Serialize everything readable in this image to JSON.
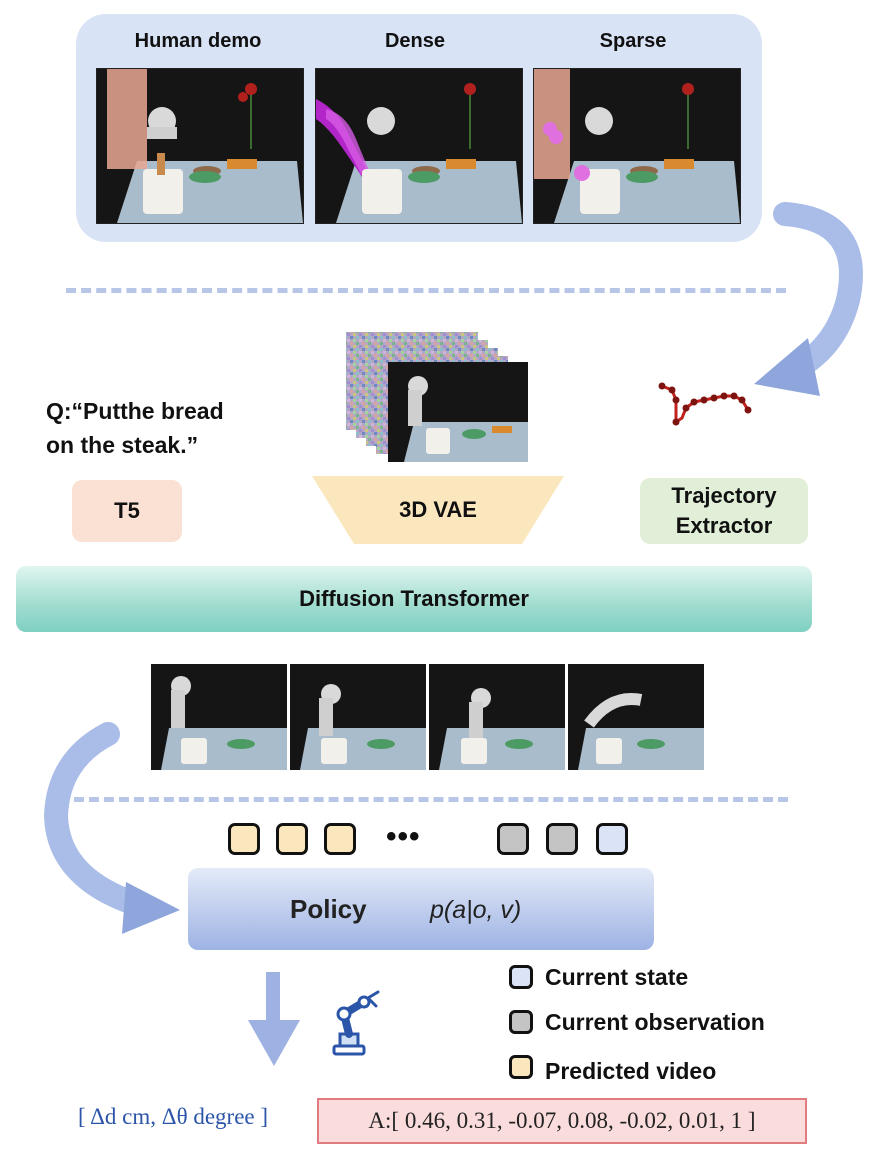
{
  "demos": {
    "labels": [
      "Human demo",
      "Dense",
      "Sparse"
    ]
  },
  "instruction": {
    "line1": "Q:“Putthe bread",
    "line2": "on the steak.”"
  },
  "modules": {
    "t5": "T5",
    "vae": "3D VAE",
    "trajectory_line1": "Trajectory",
    "trajectory_line2": "Extractor",
    "diffusion": "Diffusion Transformer",
    "policy": "Policy",
    "policy_formula": "p(a|o, v)"
  },
  "tokens": {
    "ellipsis": "•••"
  },
  "legend": {
    "current_state": "Current state",
    "current_observation": "Current observation",
    "predicted_video": "Predicted video"
  },
  "output": {
    "units": "[ Δd cm, Δθ degree ]",
    "action": "A:[ 0.46, 0.31, -0.07, 0.08, -0.02, 0.01, 1 ]"
  },
  "colors": {
    "predicted_video": "#fbe7bd",
    "current_observation": "#c4c4c4",
    "current_state": "#dbe3f6",
    "arrow": "#9db2e2"
  }
}
